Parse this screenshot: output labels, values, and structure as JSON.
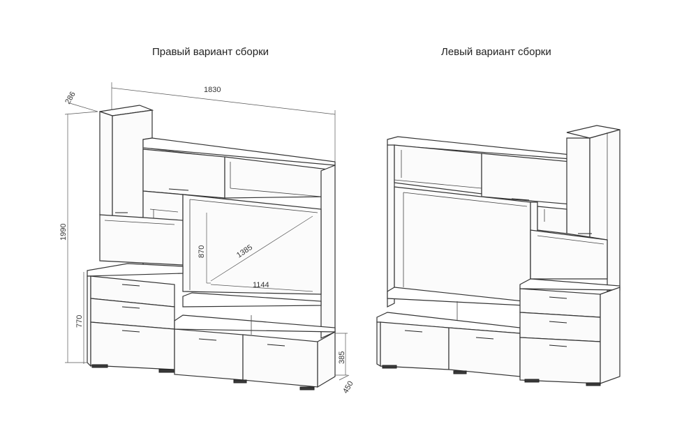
{
  "titles": {
    "right_variant": "Правый вариант сборки",
    "left_variant": "Левый вариант сборки"
  },
  "dimensions": {
    "width": "1830",
    "depth_top": "286",
    "height": "1990",
    "lower_height": "770",
    "tv_niche_height": "870",
    "tv_diagonal": "1385",
    "tv_niche_width": "1144",
    "base_height": "385",
    "base_depth": "450"
  }
}
